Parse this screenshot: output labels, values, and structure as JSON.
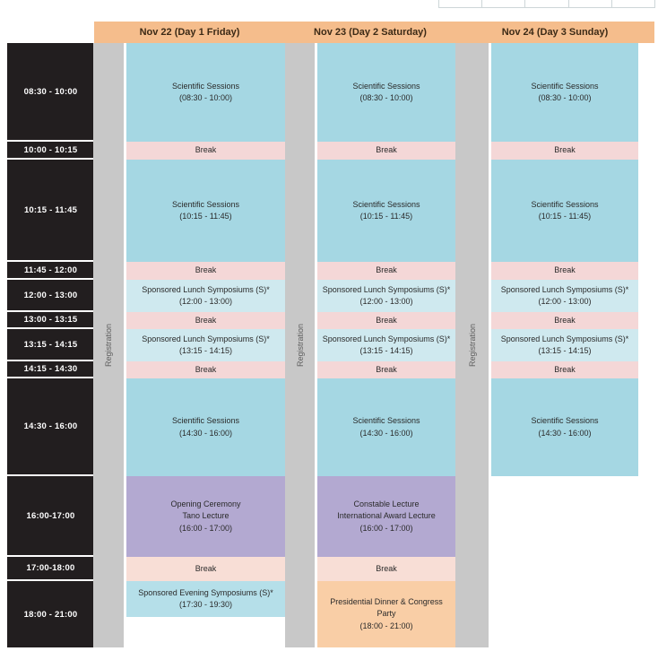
{
  "registration_label": "Registration",
  "times": [
    "08:30 - 10:00",
    "10:00 - 10:15",
    "10:15 - 11:45",
    "11:45 - 12:00",
    "12:00 - 13:00",
    "13:00 - 13:15",
    "13:15 - 14:15",
    "14:15 - 14:30",
    "14:30 - 16:00",
    "16:00-17:00",
    "17:00-18:00",
    "18:00 - 21:00"
  ],
  "colors": {
    "header": "#f5bd8c",
    "time-bg": "#221e1f",
    "reg-bg": "#c8c8c8",
    "session": "#a5d7e3",
    "lunch": "#cfe9ef",
    "break": "#f4d7d7",
    "break-light": "#f8ded6",
    "ceremony": "#b3a9d1",
    "evening": "#b5dfe9",
    "dinner": "#f9cea6"
  },
  "days": [
    {
      "header": "Nov 22 (Day 1 Friday)",
      "cells": [
        {
          "text": "Scientific Sessions\n(08:30 - 10:00)"
        },
        {
          "text": "Break"
        },
        {
          "text": "Scientific Sessions\n(10:15 - 11:45)"
        },
        {
          "text": "Break"
        },
        {
          "text": "Sponsored Lunch Symposiums (S)*\n(12:00 - 13:00)"
        },
        {
          "text": "Break"
        },
        {
          "text": "Sponsored Lunch Symposiums (S)*\n(13:15 - 14:15)"
        },
        {
          "text": "Break"
        },
        {
          "text": "Scientific Sessions\n(14:30 - 16:00)"
        },
        {
          "text": "Opening Ceremony\nTano Lecture\n(16:00 - 17:00)"
        },
        {
          "text": "Break"
        },
        {
          "text": "Sponsored Evening Symposiums (S)*\n(17:30 - 19:30)"
        }
      ]
    },
    {
      "header": "Nov 23 (Day 2 Saturday)",
      "cells": [
        {
          "text": "Scientific Sessions\n(08:30 - 10:00)"
        },
        {
          "text": "Break"
        },
        {
          "text": "Scientific Sessions\n(10:15 - 11:45)"
        },
        {
          "text": "Break"
        },
        {
          "text": "Sponsored Lunch Symposiums (S)*\n(12:00 - 13:00)"
        },
        {
          "text": "Break"
        },
        {
          "text": "Sponsored Lunch Symposiums (S)*\n(13:15 - 14:15)"
        },
        {
          "text": "Break"
        },
        {
          "text": "Scientific Sessions\n(14:30 - 16:00)"
        },
        {
          "text": "Constable Lecture\nInternational Award Lecture\n(16:00 - 17:00)"
        },
        {
          "text": "Break"
        },
        {
          "text": "Presidential Dinner & Congress Party\n(18:00 - 21:00)"
        }
      ]
    },
    {
      "header": "Nov 24 (Day 3 Sunday)",
      "cells": [
        {
          "text": "Scientific Sessions\n(08:30 - 10:00)"
        },
        {
          "text": "Break"
        },
        {
          "text": "Scientific Sessions\n(10:15 - 11:45)"
        },
        {
          "text": "Break"
        },
        {
          "text": "Sponsored Lunch Symposiums (S)*\n(12:00 - 13:00)"
        },
        {
          "text": "Break"
        },
        {
          "text": "Sponsored Lunch Symposiums (S)*\n(13:15 - 14:15)"
        },
        {
          "text": "Break"
        },
        {
          "text": "Scientific Sessions\n(14:30 - 16:00)"
        },
        {
          "text": ""
        },
        {
          "text": ""
        },
        {
          "text": ""
        }
      ]
    }
  ]
}
